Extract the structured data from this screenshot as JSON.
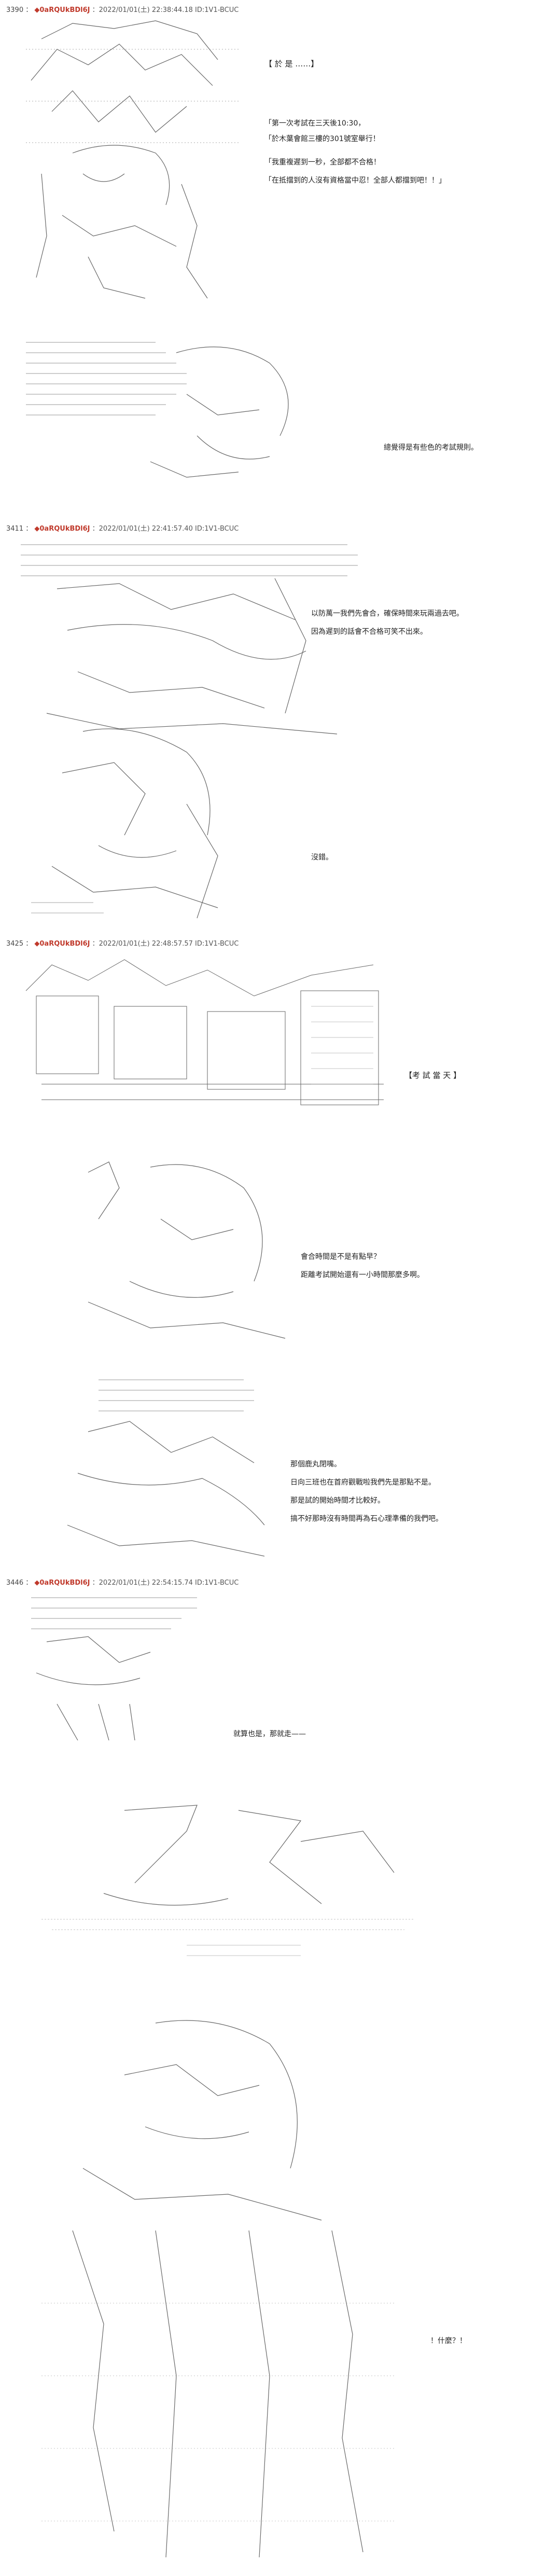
{
  "posts": [
    {
      "num": "3390",
      "name": "◆0aRQUkBDl6J",
      "meta": "：2022/01/01(土) 22:38:44.18 ID:1V1-BCUC",
      "lines": {
        "l1": "【 於 是 ……】",
        "l2": "「第一次考試在三天後10:30，",
        "l3": "「於木葉會館三樓的301號室舉行！",
        "l4": "「我重複遲到一秒，全部都不合格！",
        "l5": "「在抵擋到的人沒有資格當中忍！全部人都擋到吧！！」",
        "l6": "總覺得是有些色的考試規則。"
      }
    },
    {
      "num": "3411",
      "name": "◆0aRQUkBDl6J",
      "meta": "：2022/01/01(土) 22:41:57.40 ID:1V1-BCUC",
      "lines": {
        "l1": "以防萬一我們先會合，確保時間來玩兩過去吧。",
        "l2": "因為遲到的話會不合格可笑不出來。",
        "l3": "沒錯。"
      }
    },
    {
      "num": "3425",
      "name": "◆0aRQUkBDl6J",
      "meta": "：2022/01/01(土) 22:48:57.57 ID:1V1-BCUC",
      "lines": {
        "l1": "【考 試 當 天 】",
        "l2": "會合時間是不是有點早？",
        "l3": "距離考試開始還有一小時間那麼多啊。",
        "l4": "那個鹿丸閉嘴。",
        "l5": "日向三班也在首府觀戰啦我們先是那點不是。",
        "l6": "那是試的開始時間才比較好。",
        "l7": "搞不好那時沒有時間再為石心理準備的我們吧。"
      }
    },
    {
      "num": "3446",
      "name": "◆0aRQUkBDl6J",
      "meta": "：2022/01/01(土) 22:54:15.74 ID:1V1-BCUC",
      "lines": {
        "l1": "就算也是，那就走——",
        "l2": "！什麼？！"
      }
    }
  ],
  "colors": {
    "name": "#c0392b",
    "text": "#222222",
    "lines": "#555555"
  }
}
